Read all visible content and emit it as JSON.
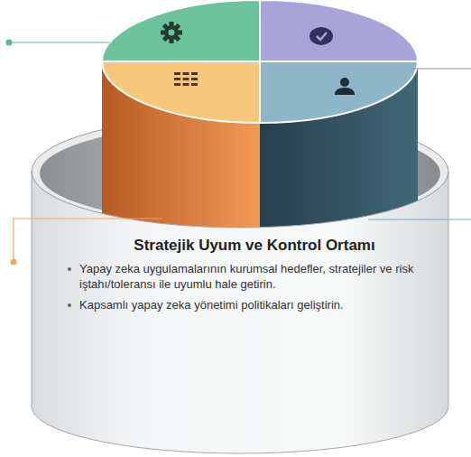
{
  "diagram": {
    "nodes": [
      {
        "text": [
          "Stratejik Uyum ve Kontrol Ortamı",
          "Yapay zeka uygulamalarının kurumsal hedefler, stratejiler ve risk iştahı/toleransı ile uyumlu hale getirin.",
          "Kapsamlı yapay zeka yönetimi politikaları geliştirin."
        ]
      }
    ]
  }
}
